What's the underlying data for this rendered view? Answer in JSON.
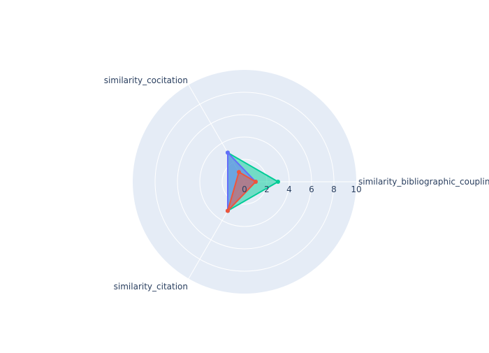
{
  "chart_data": {
    "type": "radar",
    "axes": [
      "similarity_bibliographic_coupling",
      "similarity_cocitation",
      "similarity_citation"
    ],
    "radial_range": [
      0,
      10
    ],
    "radial_ticks": [
      "0",
      "2",
      "4",
      "6",
      "8",
      "10"
    ],
    "grid": true,
    "series": [
      {
        "values": [
          3,
          3,
          3
        ],
        "color": "#00cc96"
      },
      {
        "values": [
          1,
          3,
          3
        ],
        "color": "#636efa"
      },
      {
        "values": [
          1,
          1,
          3
        ],
        "color": "#ef553b"
      }
    ],
    "colors": {
      "polar_bg": "#e5ecf6",
      "grid": "#ffffff",
      "text": "#2a3f5f"
    }
  }
}
